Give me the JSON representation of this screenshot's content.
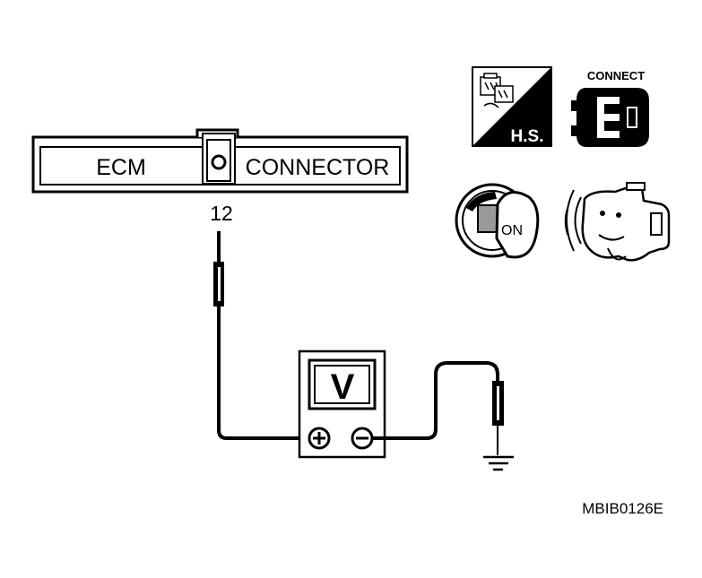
{
  "connector": {
    "left_label": "ECM",
    "right_label": "CONNECTOR",
    "pin_number": "12"
  },
  "meter": {
    "display": "V"
  },
  "icons": {
    "harness_icon": {
      "name": "harness-connector-icon",
      "text": "H.S."
    },
    "connect_icon": {
      "name": "connect-icon",
      "text": "CONNECT"
    },
    "ignition_icon": {
      "name": "ignition-key-icon",
      "text": "ON"
    },
    "engine_icon": {
      "name": "engine-icon"
    }
  },
  "figure_id": "MBIB0126E",
  "colors": {
    "ink": "#000000",
    "paper": "#ffffff",
    "shade": "#999999"
  }
}
